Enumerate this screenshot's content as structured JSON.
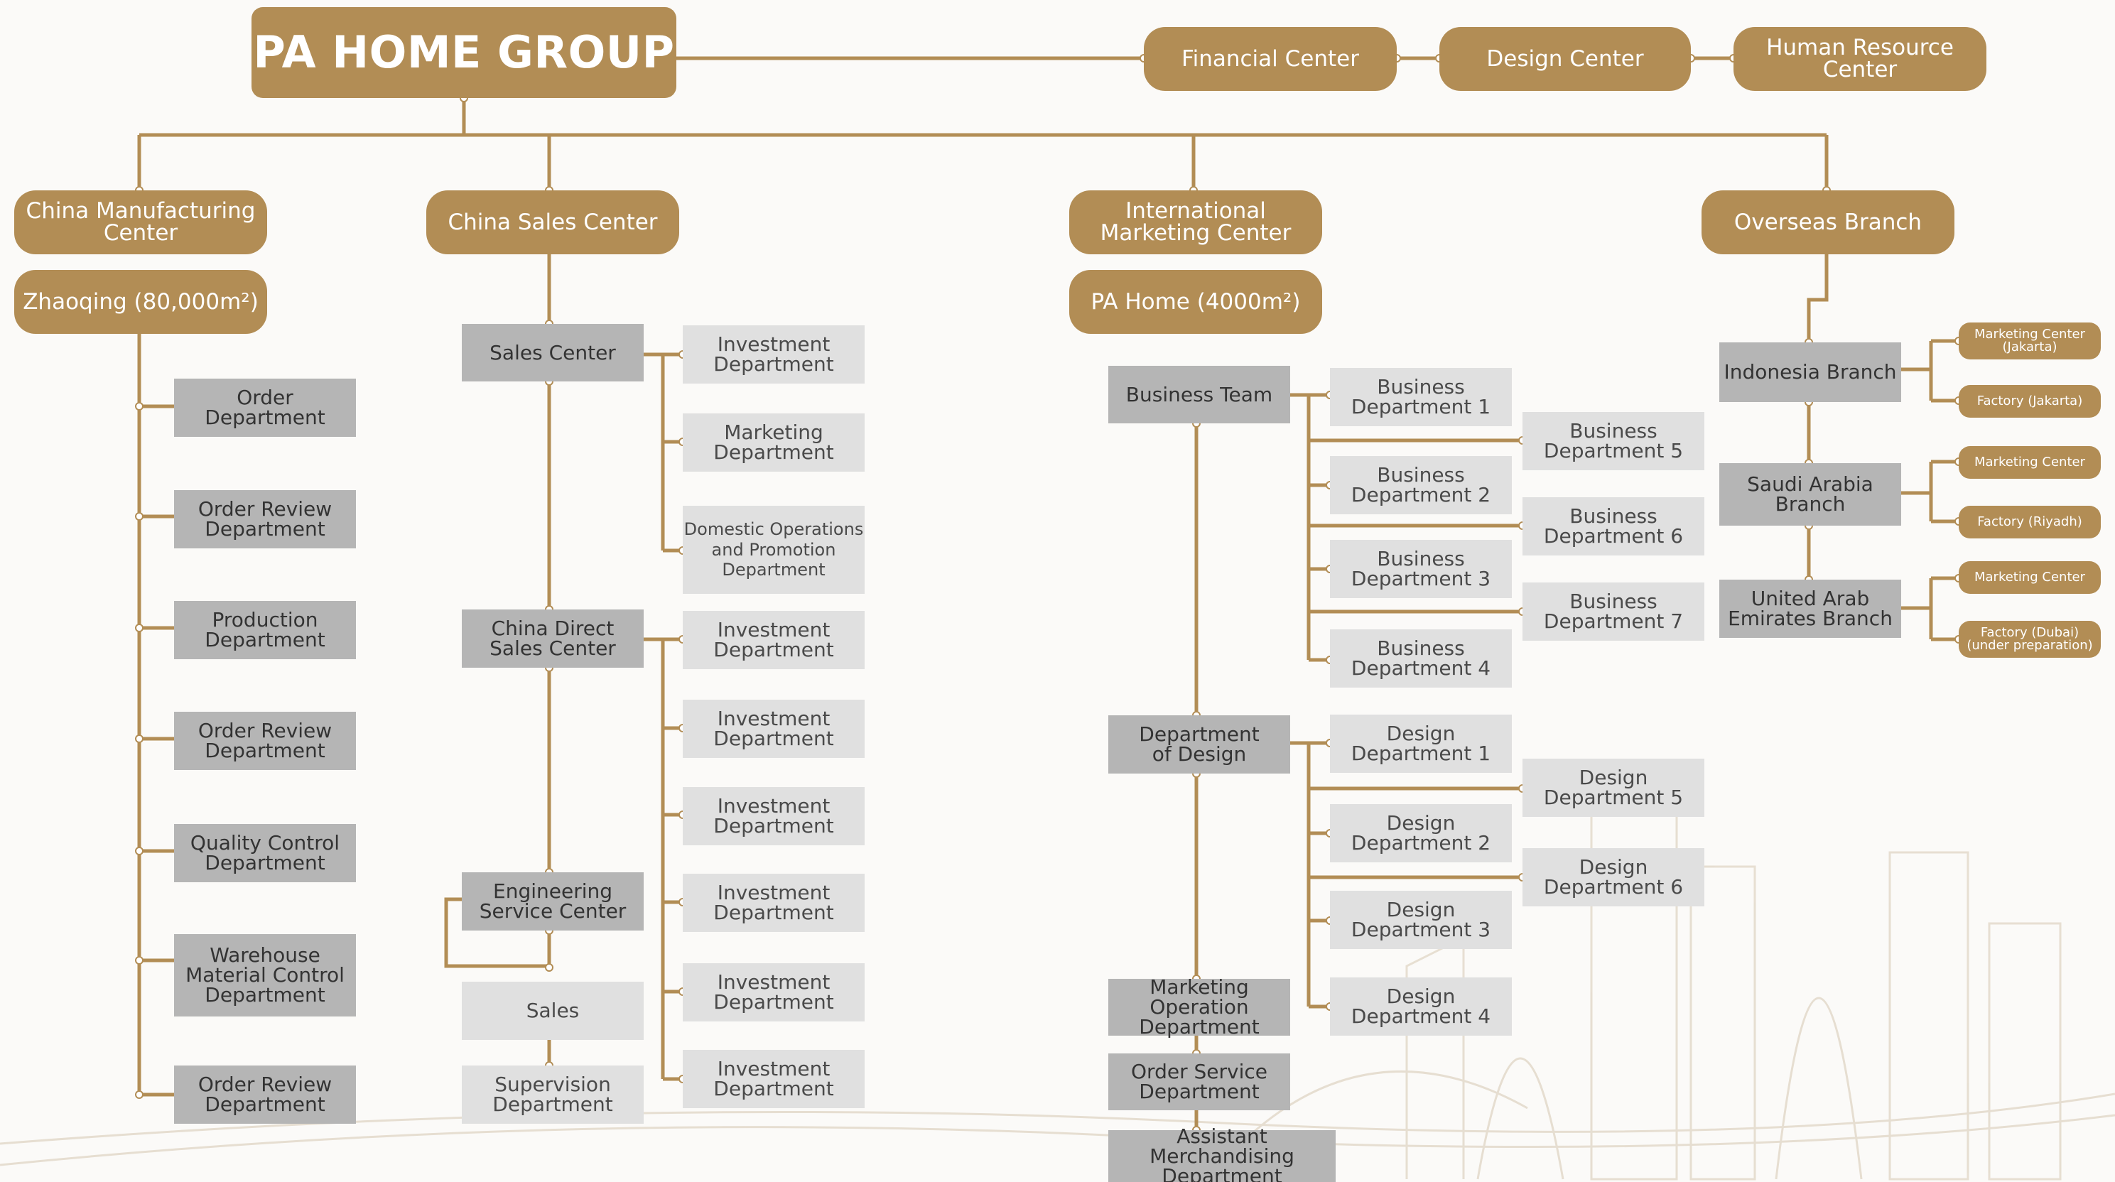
{
  "title": "PA HOME GROUP",
  "colors": {
    "accent": "#b28d55",
    "dark_box": "#b5b5b5",
    "light_box": "#e0e0e0",
    "background": "#fbfaf8"
  },
  "top_centers": [
    "Financial Center",
    "Design Center",
    "Human Resource\nCenter"
  ],
  "divisions": {
    "manufacturing": {
      "title": "China Manufacturing\nCenter",
      "site": "Zhaoqing (80,000m²)",
      "departments": [
        "Order\nDepartment",
        "Order Review\nDepartment",
        "Production\nDepartment",
        "Order Review\nDepartment",
        "Quality Control\nDepartment",
        "Warehouse\nMaterial Control\nDepartment",
        "Order Review\nDepartment"
      ]
    },
    "sales": {
      "title": "China Sales Center",
      "sales_center": "Sales Center",
      "sales_center_depts": [
        "Investment\nDepartment",
        "Marketing\nDepartment",
        "Domestic Operations\nand Promotion\nDepartment"
      ],
      "direct_center": "China Direct\nSales Center",
      "direct_center_depts": [
        "Investment\nDepartment",
        "Investment\nDepartment",
        "Investment\nDepartment",
        "Investment\nDepartment",
        "Investment\nDepartment",
        "Investment\nDepartment"
      ],
      "engineering": "Engineering\nService Center",
      "engineering_sub": "Sales",
      "supervision": "Supervision\nDepartment"
    },
    "international": {
      "title": "International\nMarketing Center",
      "site": "PA Home (4000m²)",
      "business_team": "Business Team",
      "business_depts_left": [
        "Business\nDepartment 1",
        "Business\nDepartment 2",
        "Business\nDepartment 3",
        "Business\nDepartment 4"
      ],
      "business_depts_right": [
        "Business\nDepartment 5",
        "Business\nDepartment 6",
        "Business\nDepartment 7"
      ],
      "design_dept": "Department\nof Design",
      "design_depts_left": [
        "Design\nDepartment 1",
        "Design\nDepartment 2",
        "Design\nDepartment 3",
        "Design\nDepartment 4"
      ],
      "design_depts_right": [
        "Design\nDepartment 5",
        "Design\nDepartment 6"
      ],
      "marketing_operation": "Marketing Operation\nDepartment",
      "order_service": "Order Service\nDepartment",
      "assistant_merchandising": "Assistant Merchandising\nDepartment"
    },
    "overseas": {
      "title": "Overseas Branch",
      "branches": [
        {
          "name": "Indonesia Branch",
          "units": [
            "Marketing Center\n(Jakarta)",
            "Factory (Jakarta)"
          ]
        },
        {
          "name": "Saudi Arabia Branch",
          "units": [
            "Marketing Center",
            "Factory (Riyadh)"
          ]
        },
        {
          "name": "United Arab\nEmirates Branch",
          "units": [
            "Marketing Center",
            "Factory (Dubai)\n(under preparation)"
          ]
        }
      ]
    }
  }
}
